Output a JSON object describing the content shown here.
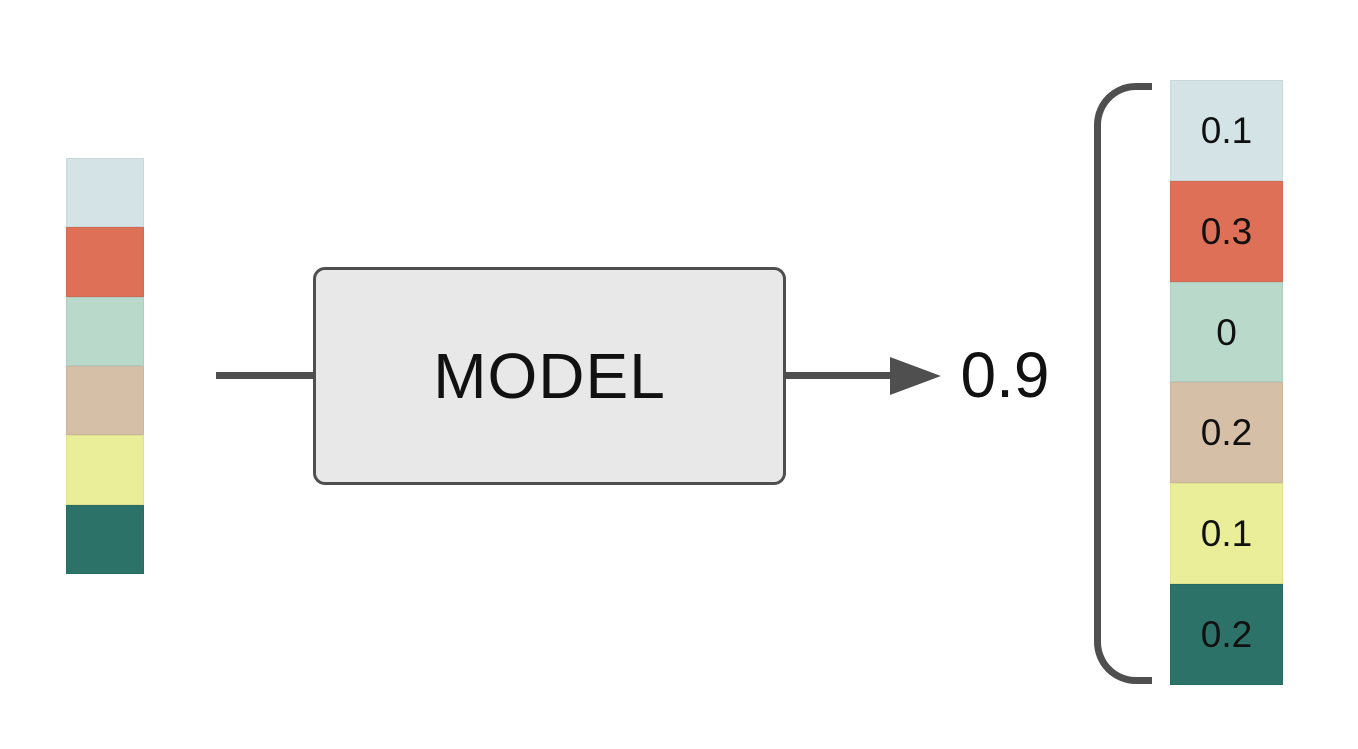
{
  "diagram": {
    "model_label": "MODEL",
    "scalar_output": "0.9",
    "stroke_color": "#4f4f4f",
    "model_box_fill": "#e8e8e8",
    "input_vector": {
      "blocks": [
        {
          "name": "light-blue",
          "color": "#d4e4e6"
        },
        {
          "name": "coral",
          "color": "#de7057"
        },
        {
          "name": "mint",
          "color": "#b9d9cb"
        },
        {
          "name": "tan",
          "color": "#d6bfa7"
        },
        {
          "name": "yellow",
          "color": "#ebee98"
        },
        {
          "name": "teal",
          "color": "#2d7269"
        }
      ]
    },
    "output_vector": {
      "blocks": [
        {
          "value": "0.1",
          "name": "light-blue",
          "color": "#d4e4e6"
        },
        {
          "value": "0.3",
          "name": "coral",
          "color": "#de7057"
        },
        {
          "value": "0",
          "name": "mint",
          "color": "#b9d9cb"
        },
        {
          "value": "0.2",
          "name": "tan",
          "color": "#d6bfa7"
        },
        {
          "value": "0.1",
          "name": "yellow",
          "color": "#ebee98"
        },
        {
          "value": "0.2",
          "name": "teal",
          "color": "#2d7269"
        }
      ]
    }
  }
}
